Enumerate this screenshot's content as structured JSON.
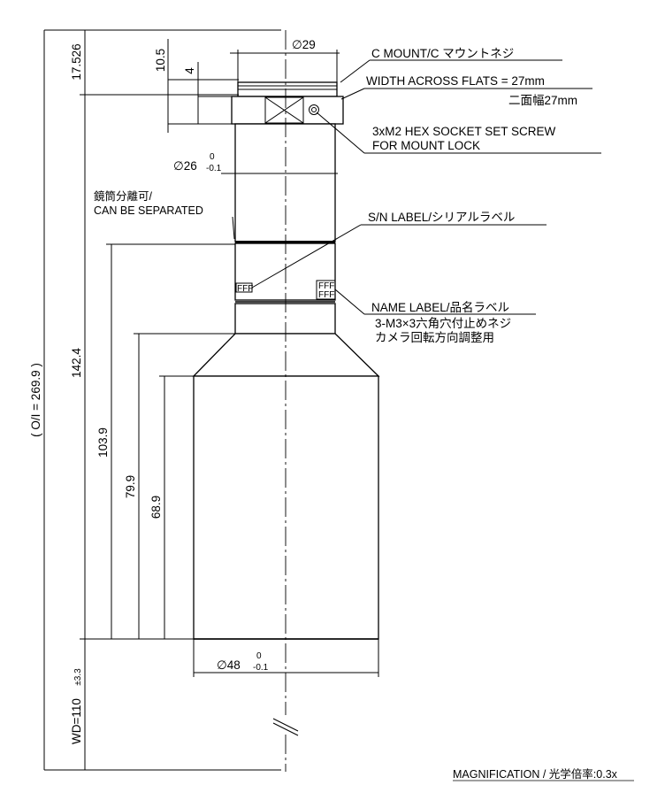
{
  "callouts": {
    "c_mount": "C MOUNT/C マウントネジ",
    "width_flats": "WIDTH ACROSS FLATS = 27mm",
    "width_flats_jp": "二面幅27mm",
    "set_screw_1": "3xM2 HEX SOCKET SET SCREW",
    "set_screw_2": "FOR MOUNT LOCK",
    "separable_jp": "鏡筒分離可/",
    "separable_en": "CAN BE SEPARATED",
    "sn_label": "S/N LABEL/シリアルラベル",
    "name_label": "NAME LABEL/品名ラベル",
    "m3_1": "3-M3×3六角穴付止めネジ",
    "m3_2": "カメラ回転方向調整用"
  },
  "dimensions": {
    "dia_29": "∅29",
    "dia_26": "∅26",
    "dia_26_upper": "0",
    "dia_26_lower": "-0.1",
    "dia_48": "∅48",
    "dia_48_upper": "0",
    "dia_48_lower": "-0.1",
    "d_17_526": "17.526",
    "d_10_5": "10.5",
    "d_4": "4",
    "d_142_4": "142.4",
    "d_103_9": "103.9",
    "d_79_9": "79.9",
    "d_68_9": "68.9",
    "o_i": "( O/I = 269.9 )",
    "wd": "WD=110",
    "wd_tol": "±3.3"
  },
  "label_marks": {
    "sn": "FFF",
    "name_top": "FFF",
    "name_bottom": "FFF"
  },
  "footer": {
    "magnification": "MAGNIFICATION / 光学倍率:0.3x"
  }
}
